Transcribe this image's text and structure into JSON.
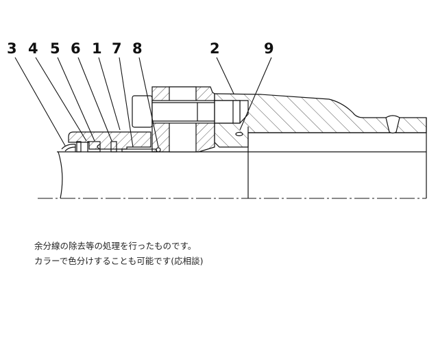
{
  "diagram": {
    "part_labels": [
      "3",
      "4",
      "5",
      "6",
      "1",
      "7",
      "8",
      "2",
      "9"
    ],
    "line_color": "#111111"
  },
  "notes": {
    "line1": "余分線の除去等の処理を行ったものです。",
    "line2": "カラーで色分けすることも可能です(応相談)"
  }
}
